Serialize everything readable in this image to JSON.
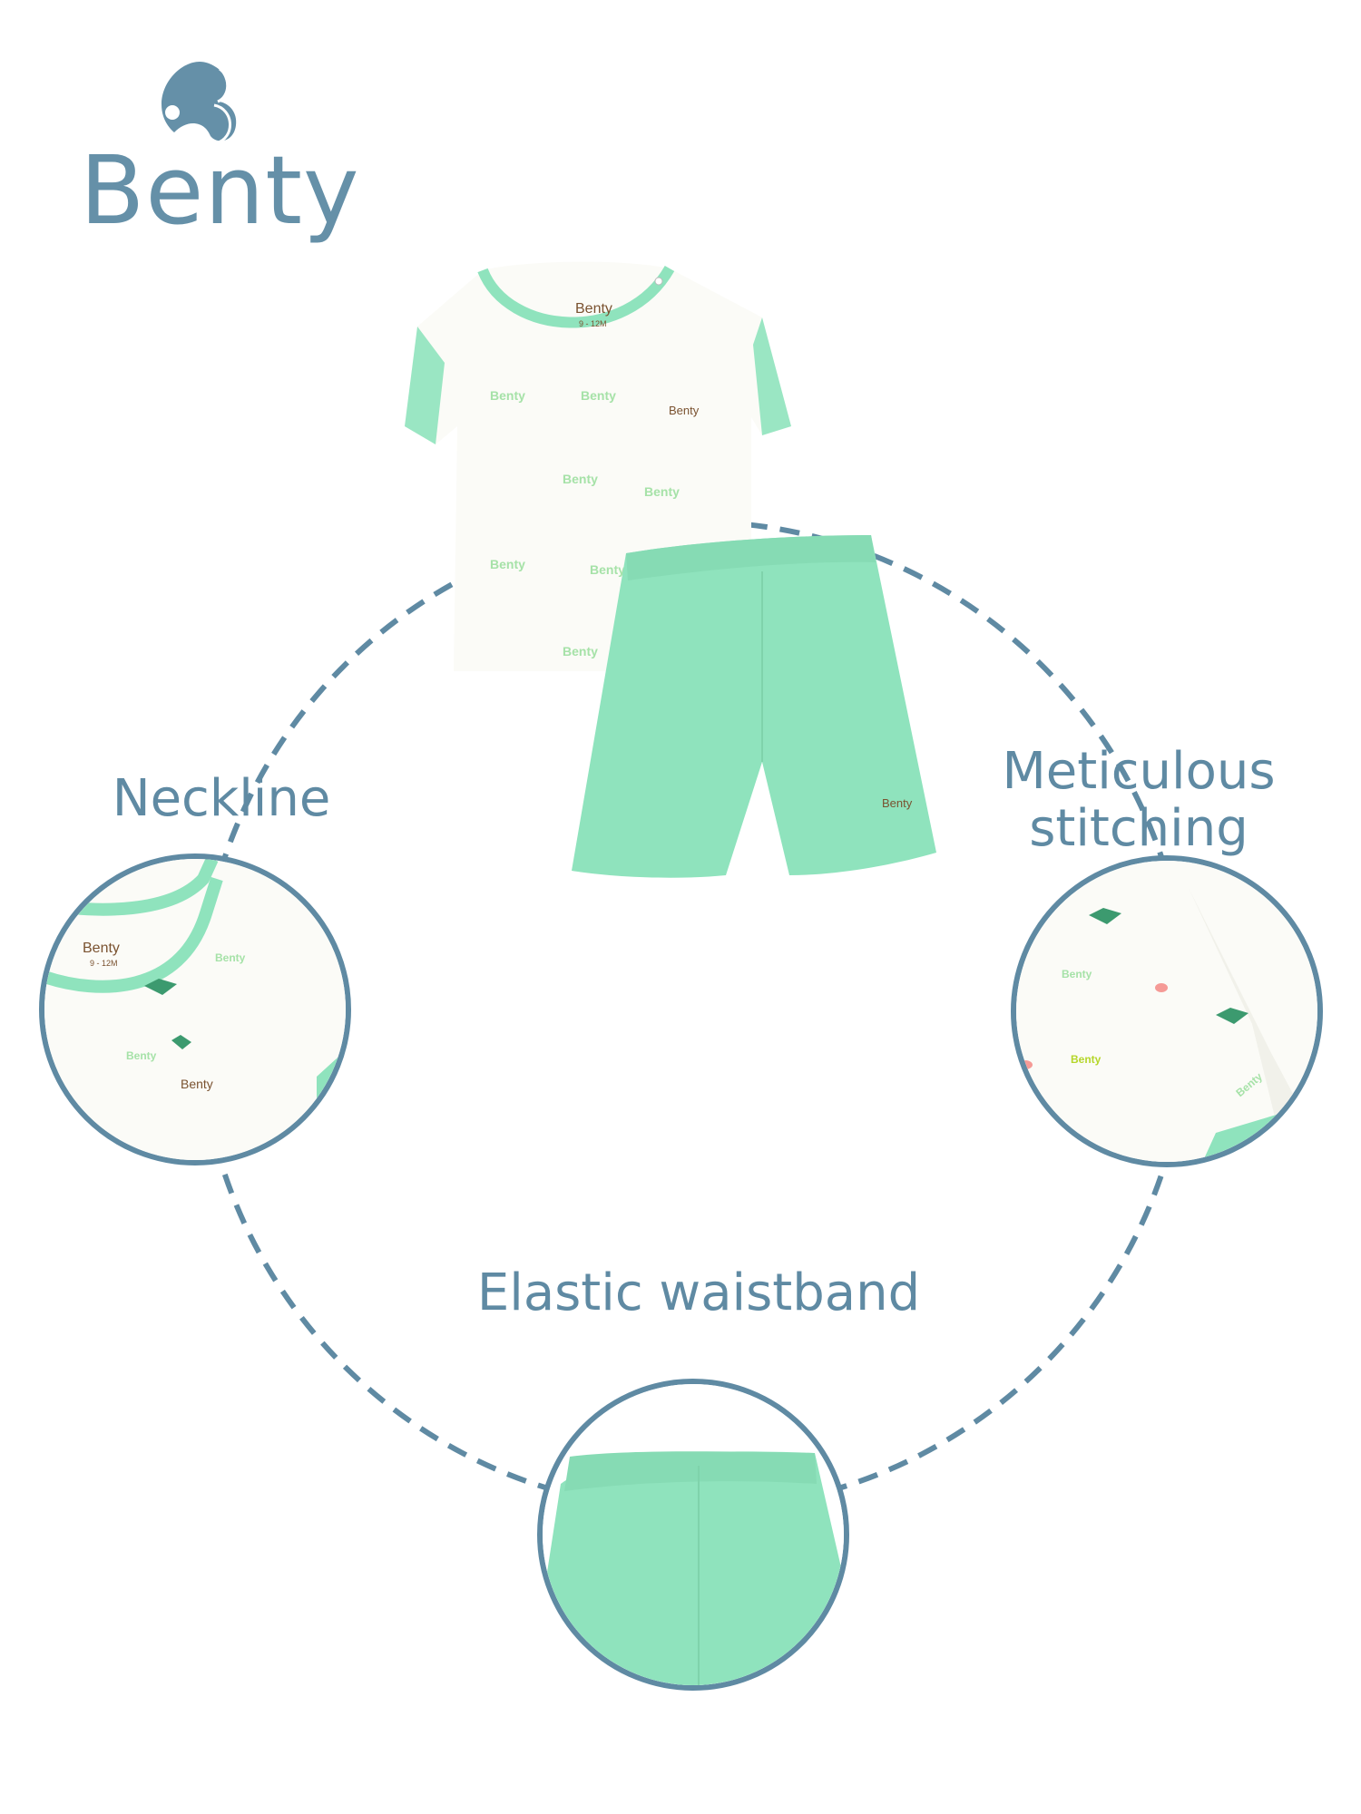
{
  "brand": {
    "name": "Benty",
    "logo_icon": "butterfly-b-logo-icon",
    "color": "#6590a8"
  },
  "product": {
    "shirt_tag_brand": "Benty",
    "shirt_tag_size": "9 - 12M",
    "chest_logo": "Benty",
    "shorts_logo": "Benty",
    "print_text": "Benty",
    "colors": {
      "mint": "#8fe3bd",
      "shirt": "#fbfbf7",
      "print_dark": "#1f6b4f",
      "print_lime": "#b5d62a",
      "print_pink": "#f59a96"
    }
  },
  "features": [
    {
      "label": "Neckline"
    },
    {
      "label": "Meticulous\nstitching",
      "line1": "Meticulous",
      "line2": "stitching"
    },
    {
      "label": "Elastic waistband"
    }
  ],
  "style": {
    "accent": "#5f8aa3",
    "dash_color": "#5f8aa3"
  }
}
